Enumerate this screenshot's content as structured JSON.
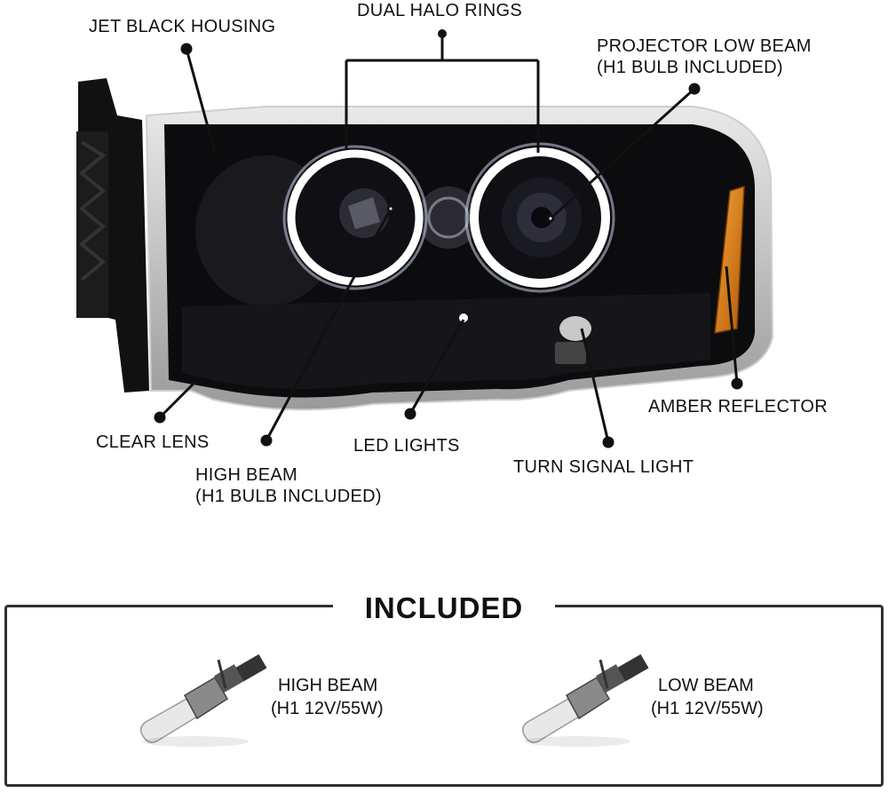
{
  "callouts": {
    "housing": "JET BLACK HOUSING",
    "halo": "DUAL HALO RINGS",
    "projector": [
      "PROJECTOR LOW BEAM",
      "(H1 BULB INCLUDED)"
    ],
    "lens": "CLEAR LENS",
    "high_beam": [
      "HIGH BEAM",
      "(H1 BULB INCLUDED)"
    ],
    "led": "LED LIGHTS",
    "turn_signal": "TURN SIGNAL LIGHT",
    "amber": "AMBER REFLECTOR"
  },
  "included": {
    "title": "INCLUDED",
    "items": [
      {
        "name": "HIGH BEAM",
        "spec": "(H1 12V/55W)"
      },
      {
        "name": "LOW BEAM",
        "spec": "(H1 12V/55W)"
      }
    ]
  },
  "colors": {
    "housing": "#0c0c0e",
    "halo": "#ffffff",
    "amber": "#e07a12",
    "frame": "#2f3133"
  }
}
